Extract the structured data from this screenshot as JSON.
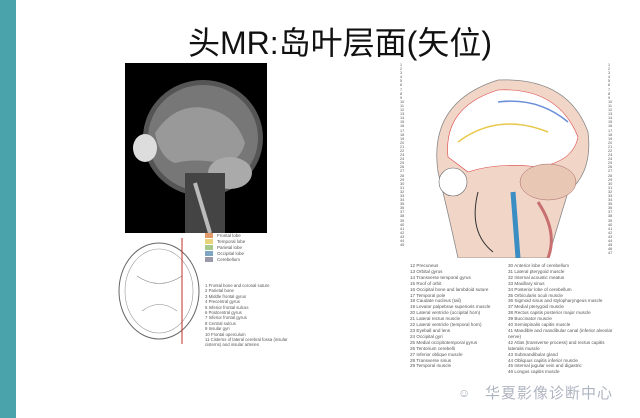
{
  "title": "头MR:岛叶层面(矢位)",
  "colors": {
    "accent_bar": "#4aa3ab"
  },
  "legend": [
    {
      "label": "Frontal lobe",
      "color": "#e39a6b"
    },
    {
      "label": "Temporal lobe",
      "color": "#e8d27a"
    },
    {
      "label": "Parietal lobe",
      "color": "#a8c98a"
    },
    {
      "label": "Occipital lobe",
      "color": "#7fa7c2"
    },
    {
      "label": "Cerebellum",
      "color": "#9a9aa8"
    }
  ],
  "left_list": [
    "1 Frontal bone and coronal suture",
    "2 Parietal bone",
    "3 Middle frontal gyrus",
    "4 Precentral gyrus",
    "5 Inferior frontal sulcus",
    "6 Postcentral gyrus",
    "7 Inferior frontal gyrus",
    "8 Central sulcus",
    "9 Insular gyri",
    "10 Frontal operculum",
    "11 Cisterns of lateral cerebral fossa (insular cisterns) and insular arteries"
  ],
  "right_list_1": [
    "12 Precuneus",
    "13 Orbital gyrus",
    "14 Transverse temporal gyrus",
    "15 Roof of orbit",
    "16 Occipital bone and lambdoid suture",
    "17 Temporal pole",
    "18 Caudate nucleus (tail)",
    "19 Levator palpebrae superioris muscle",
    "20 Lateral ventricle (occipital horn)",
    "21 Lateral rectus muscle",
    "22 Lateral ventricle (temporal horn)",
    "23 Eyeball and lens",
    "24 Occipital gyri",
    "25 Medial occipitotemporal gyrus",
    "26 Tentorium cerebelli",
    "27 Inferior oblique muscle",
    "28 Transverse sinus",
    "29 Temporal muscle"
  ],
  "right_list_2": [
    "30 Anterior lobe of cerebellum",
    "31 Lateral pterygoid muscle",
    "32 Internal acoustic meatus",
    "33 Maxillary sinus",
    "34 Posterior lobe of cerebellum",
    "35 Orbicularis oculi muscle",
    "36 Sigmoid sinus and stylopharyngeus muscle",
    "37 Medial pterygoid muscle",
    "38 Rectus capitis posterior major muscle",
    "39 Buccinator muscle",
    "40 Semispinalis capitis muscle",
    "41 Mandible and mandibular canal (inferior alveolar nerve)",
    "42 Atlas (transverse process) and rectus capitis lateralis muscle",
    "43 Submandibular gland",
    "44 Obliquus capitis inferior muscle",
    "45 Internal jugular vein and digastric",
    "46 Longus capitis muscle"
  ],
  "drawing_labels_right": [
    "1",
    "2",
    "3",
    "4",
    "5",
    "6",
    "7",
    "8",
    "9",
    "10",
    "11",
    "12",
    "13",
    "14",
    "15",
    "16",
    "17",
    "18",
    "19",
    "20",
    "21",
    "22",
    "23",
    "24",
    "25",
    "26",
    "27",
    "28",
    "29",
    "30",
    "31",
    "32",
    "33",
    "34",
    "35",
    "36",
    "37",
    "38",
    "39",
    "40",
    "41",
    "42",
    "43",
    "44",
    "45",
    "46",
    "47"
  ],
  "drawing_labels_left": [
    "1",
    "2",
    "3",
    "4",
    "5",
    "6",
    "7",
    "8",
    "9",
    "10",
    "11",
    "12",
    "13",
    "14",
    "15",
    "16",
    "17",
    "18",
    "19",
    "20",
    "21",
    "22",
    "23",
    "24",
    "25",
    "26",
    "27",
    "28",
    "29",
    "30",
    "31",
    "32",
    "33",
    "34",
    "35",
    "36",
    "37",
    "38",
    "39",
    "40",
    "41",
    "42",
    "43",
    "44",
    "45"
  ],
  "watermark": "华夏影像诊断中心"
}
